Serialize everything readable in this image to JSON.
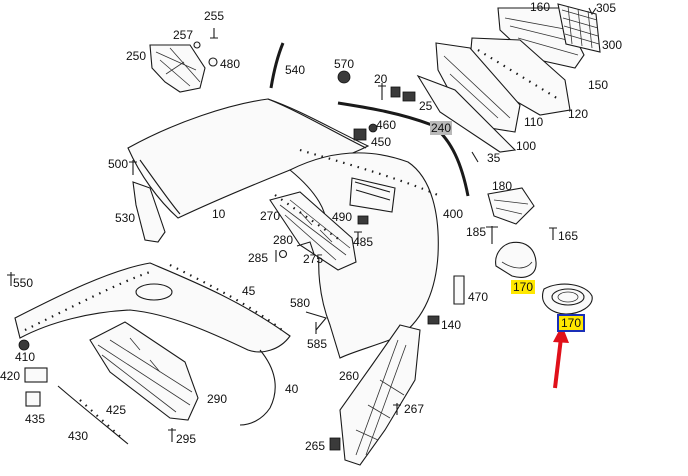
{
  "parts": [
    {
      "id": "p255",
      "label": "255"
    },
    {
      "id": "p257",
      "label": "257"
    },
    {
      "id": "p480",
      "label": "480"
    },
    {
      "id": "p250",
      "label": "250"
    },
    {
      "id": "p540",
      "label": "540"
    },
    {
      "id": "p570",
      "label": "570"
    },
    {
      "id": "p20",
      "label": "20"
    },
    {
      "id": "p25",
      "label": "25"
    },
    {
      "id": "p460",
      "label": "460"
    },
    {
      "id": "p450",
      "label": "450"
    },
    {
      "id": "p240",
      "label": "240",
      "highlight": "gray"
    },
    {
      "id": "p160",
      "label": "160"
    },
    {
      "id": "p305",
      "label": "305"
    },
    {
      "id": "p300",
      "label": "300"
    },
    {
      "id": "p150",
      "label": "150"
    },
    {
      "id": "p120",
      "label": "120"
    },
    {
      "id": "p110",
      "label": "110"
    },
    {
      "id": "p100",
      "label": "100"
    },
    {
      "id": "p35",
      "label": "35"
    },
    {
      "id": "p500",
      "label": "500"
    },
    {
      "id": "p10",
      "label": "10"
    },
    {
      "id": "p530",
      "label": "530"
    },
    {
      "id": "p270",
      "label": "270"
    },
    {
      "id": "p490",
      "label": "490"
    },
    {
      "id": "p485",
      "label": "485"
    },
    {
      "id": "p280",
      "label": "280"
    },
    {
      "id": "p285",
      "label": "285"
    },
    {
      "id": "p275",
      "label": "275"
    },
    {
      "id": "p180",
      "label": "180"
    },
    {
      "id": "p400",
      "label": "400"
    },
    {
      "id": "p185",
      "label": "185"
    },
    {
      "id": "p165",
      "label": "165"
    },
    {
      "id": "p170a",
      "label": "170",
      "highlight": "yellow"
    },
    {
      "id": "p470",
      "label": "470"
    },
    {
      "id": "p170b",
      "label": "170",
      "highlight": "boxed"
    },
    {
      "id": "p550",
      "label": "550"
    },
    {
      "id": "p45",
      "label": "45"
    },
    {
      "id": "p580",
      "label": "580"
    },
    {
      "id": "p140",
      "label": "140"
    },
    {
      "id": "p585",
      "label": "585"
    },
    {
      "id": "p410",
      "label": "410"
    },
    {
      "id": "p420",
      "label": "420"
    },
    {
      "id": "p260",
      "label": "260"
    },
    {
      "id": "p290",
      "label": "290"
    },
    {
      "id": "p40",
      "label": "40"
    },
    {
      "id": "p435",
      "label": "435"
    },
    {
      "id": "p425",
      "label": "425"
    },
    {
      "id": "p267",
      "label": "267"
    },
    {
      "id": "p430",
      "label": "430"
    },
    {
      "id": "p295",
      "label": "295"
    },
    {
      "id": "p265",
      "label": "265"
    }
  ],
  "colors": {
    "highlight_yellow": "#ffe800",
    "highlight_gray": "#b9b9b9",
    "box_border": "#1a2fb8",
    "arrow": "#e0101a"
  },
  "pointer": {
    "icon": "red-arrow-icon",
    "target": "p170b"
  }
}
